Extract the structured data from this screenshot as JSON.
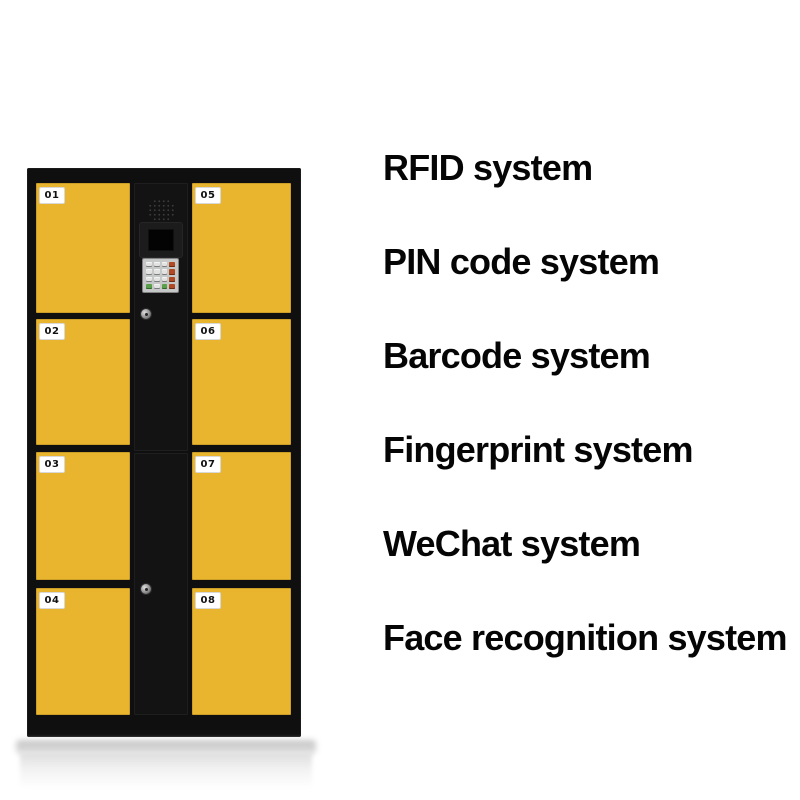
{
  "locker": {
    "type": "smart-electronic-locker",
    "body_color": "#0f0f0f",
    "door_color": "#E9B42E",
    "door_badge_bg": "#FFFFFF",
    "doors": [
      {
        "label": "01"
      },
      {
        "label": "02"
      },
      {
        "label": "03"
      },
      {
        "label": "04"
      },
      {
        "label": "05"
      },
      {
        "label": "06"
      },
      {
        "label": "07"
      },
      {
        "label": "08"
      }
    ],
    "panel": {
      "speaker": "speaker-grille",
      "screen": "display-screen",
      "keypad": "numeric-keypad",
      "keypad_base_color": "#C6C8C7",
      "keypad_accent_red": "#B04A24",
      "keypad_accent_green": "#5AA04B",
      "locks": 2
    }
  },
  "features": {
    "text_color": "#050505",
    "items": [
      "RFID system",
      "PIN code system",
      "Barcode system",
      "Fingerprint system",
      "WeChat system",
      "Face recognition system"
    ]
  }
}
